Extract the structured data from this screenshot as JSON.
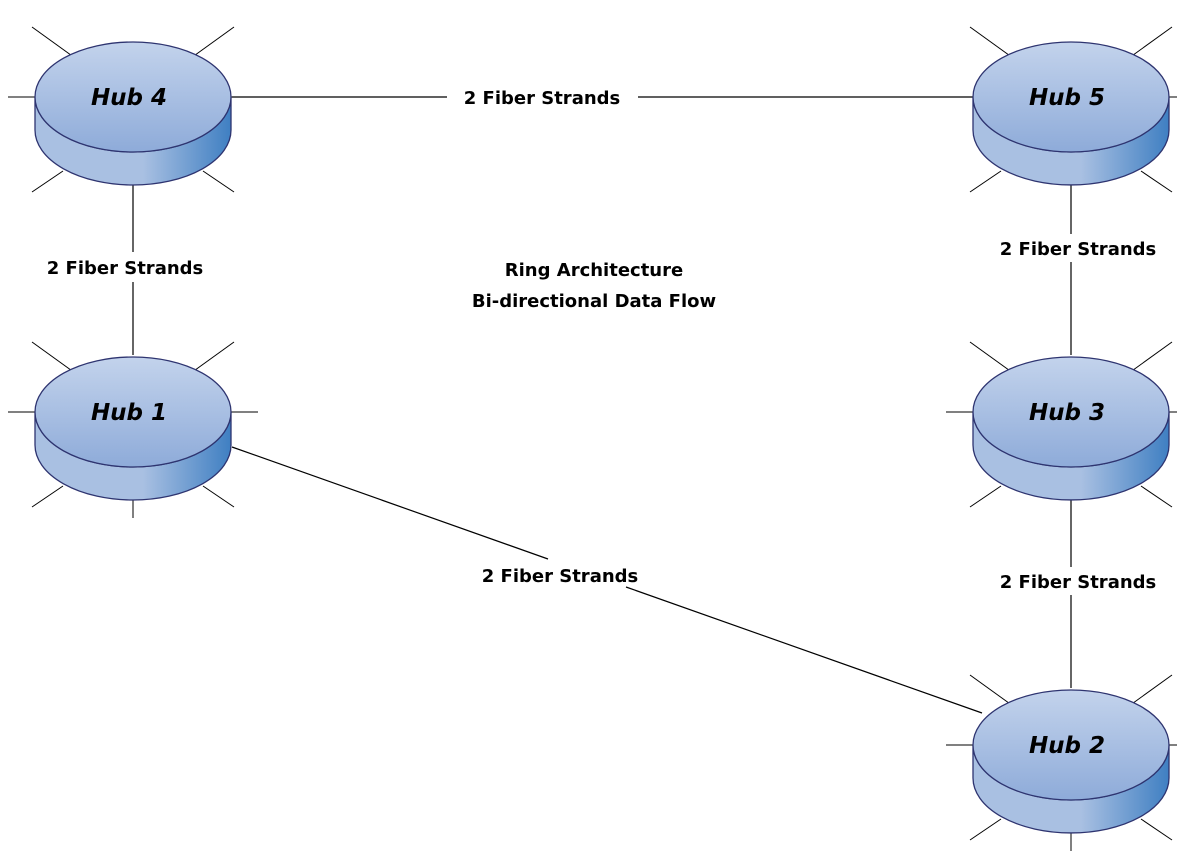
{
  "title": {
    "line1": "Ring Architecture",
    "line2": "Bi-directional Data Flow"
  },
  "colors": {
    "hub_top_light": "#c3d3ec",
    "hub_top_dark": "#8eabd9",
    "hub_side_light": "#a9c0e2",
    "hub_side_dark": "#3f7fc2",
    "hub_outline": "#2e3470",
    "line": "#000000"
  },
  "hubs": [
    {
      "id": "hub4",
      "label": "Hub 4"
    },
    {
      "id": "hub5",
      "label": "Hub 5"
    },
    {
      "id": "hub1",
      "label": "Hub 1"
    },
    {
      "id": "hub3",
      "label": "Hub 3"
    },
    {
      "id": "hub2",
      "label": "Hub 2"
    }
  ],
  "links": [
    {
      "id": "hub4-hub5",
      "from": "Hub 4",
      "to": "Hub 5",
      "label": "2 Fiber Strands"
    },
    {
      "id": "hub4-hub1",
      "from": "Hub 4",
      "to": "Hub 1",
      "label": "2 Fiber Strands"
    },
    {
      "id": "hub5-hub3",
      "from": "Hub 5",
      "to": "Hub 3",
      "label": "2 Fiber Strands"
    },
    {
      "id": "hub1-hub2",
      "from": "Hub 1",
      "to": "Hub 2",
      "label": "2 Fiber Strands"
    },
    {
      "id": "hub3-hub2",
      "from": "Hub 3",
      "to": "Hub 2",
      "label": "2 Fiber Strands"
    }
  ]
}
